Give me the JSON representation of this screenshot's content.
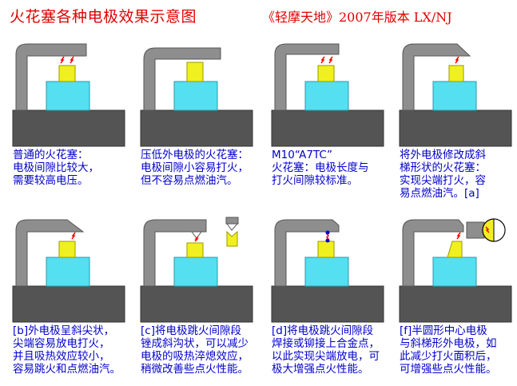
{
  "header": {
    "title": "火花塞各种电极效果示意图",
    "subtitle": "《轻摩天地》2007年版本   LX/NJ"
  },
  "colors": {
    "base": "#545454",
    "electrode": "#8e8e8e",
    "insulator": "#54e0f0",
    "tip": "#f0f020",
    "spark": "#ff0000",
    "caption": "#0000cc",
    "title": "#e00000"
  },
  "panels": [
    {
      "caption": "普通的火花塞：\n电极间隙比较大，\n需要较高电压。"
    },
    {
      "caption": "压低外电极的火花塞：\n电极间隙小容易打火，\n但不容易点燃油汽。"
    },
    {
      "caption": "M10“A7TC”\n火花塞：电极长度与\n打火间隙较标准。"
    },
    {
      "caption": "将外电极修改成斜\n梯形状的火花塞：\n实现尖端打火，容\n易点燃油汽。[a]"
    },
    {
      "caption": "[b]外电极呈斜尖状，\n尖端容易放电打火，\n并且吸热效应较小，\n容易跳火和点燃油汽。"
    },
    {
      "caption": "[c]将电极跳火间隙段\n锉成斜沟状，可以减少\n电极的吸热淬熄效应，\n稍微改善些点火性能。"
    },
    {
      "caption": "[d]将电极跳火间隙段\n焊接或铆接上合金点，\n以此实现尖端放电，可\n极大增强点火性能。"
    },
    {
      "caption": "[f]半圆形中心电极\n与斜梯形外电极，如\n此减少打火面积后，\n可增强些点火性能。"
    }
  ]
}
